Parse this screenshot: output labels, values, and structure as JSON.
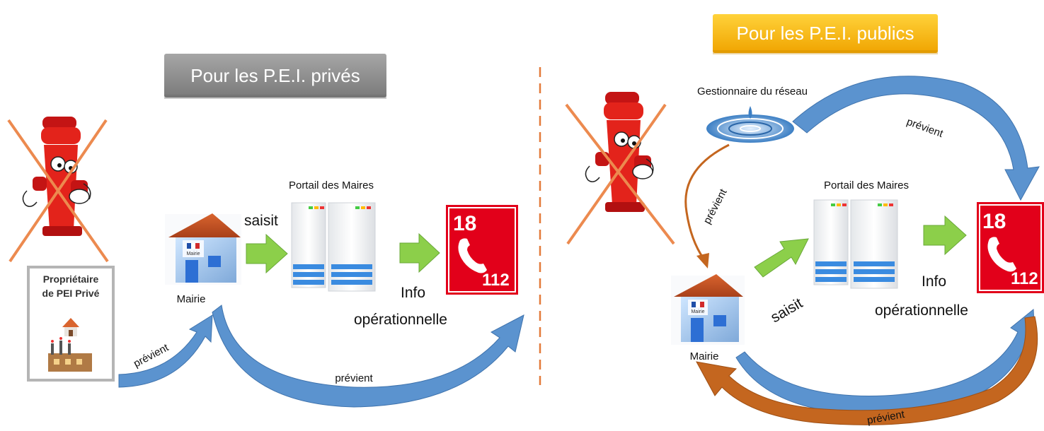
{
  "left": {
    "banner": "Pour les P.E.I. privés",
    "proprietaire_line1": "Propriétaire",
    "proprietaire_line2": "de PEI Privé",
    "mairie_label": "Mairie",
    "mairie_sign": "Mairie",
    "saisit": "saisit",
    "portail": "Portail des Maires",
    "info": "Info",
    "operationnelle": "opérationnelle",
    "previent_prop": "prévient",
    "previent_bottom": "prévient",
    "emergency_top": "18",
    "emergency_bottom": "112"
  },
  "right": {
    "banner": "Pour les P.E.I. publics",
    "gestionnaire": "Gestionnaire du réseau",
    "previent_top": "prévient",
    "previent_left": "prévient",
    "portail": "Portail des Maires",
    "saisit": "saisit",
    "info": "Info",
    "operationnelle": "opérationnelle",
    "mairie_label": "Mairie",
    "mairie_sign": "Mairie",
    "previent_bottom": "prévient",
    "emergency_top": "18",
    "emergency_bottom": "112"
  },
  "colors": {
    "gray_banner": "#8c8c8c",
    "gold_banner": "#f5b800",
    "blue_arrow": "#5b93cf",
    "orange_arrow": "#c4661f",
    "green_arrow": "#8ccf4a",
    "emergency_red": "#e2001a",
    "cross_orange": "#ec8a4f",
    "divider": "#e37a3a"
  }
}
